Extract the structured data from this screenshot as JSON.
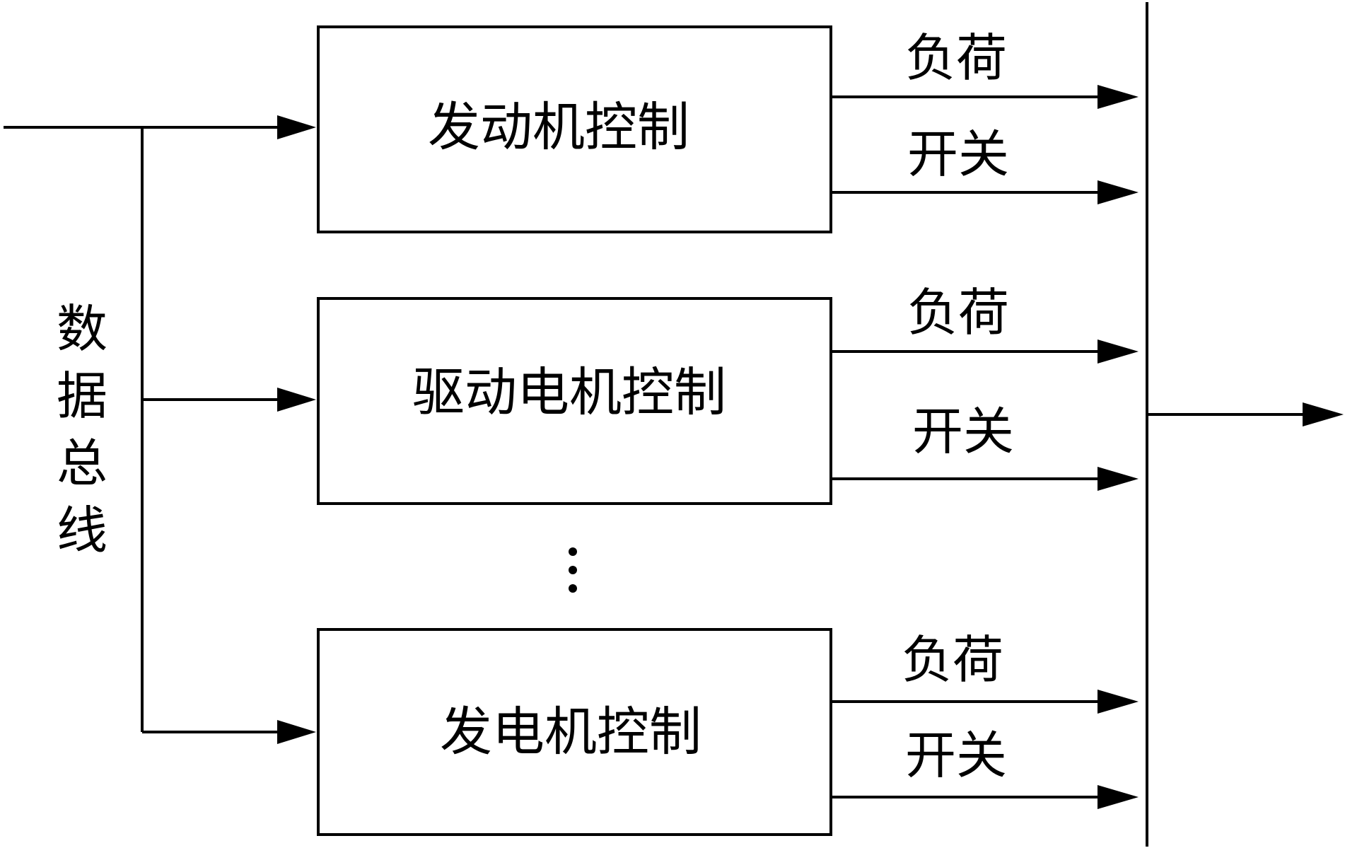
{
  "bus_label": [
    "数",
    "据",
    "总",
    "线"
  ],
  "controllers": [
    {
      "label": "发动机控制",
      "outputs": [
        "负荷",
        "开关"
      ]
    },
    {
      "label": "驱动电机控制",
      "outputs": [
        "负荷",
        "开关"
      ]
    },
    {
      "label": "发电机控制",
      "outputs": [
        "负荷",
        "开关"
      ]
    }
  ],
  "ellipsis": "⋮"
}
